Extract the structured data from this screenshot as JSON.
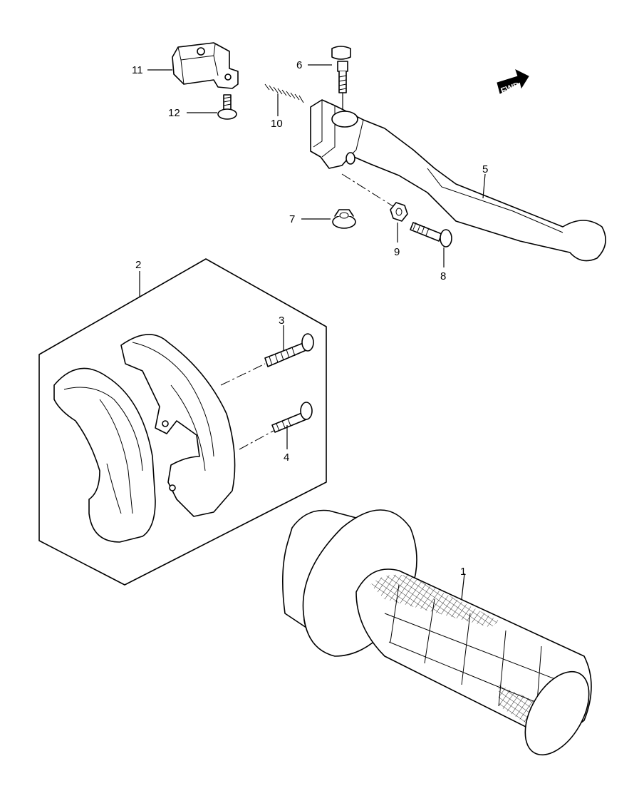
{
  "callouts": [
    {
      "id": "1",
      "text": "1"
    },
    {
      "id": "2",
      "text": "2"
    },
    {
      "id": "3",
      "text": "3"
    },
    {
      "id": "4",
      "text": "4"
    },
    {
      "id": "5",
      "text": "5"
    },
    {
      "id": "6",
      "text": "6"
    },
    {
      "id": "7",
      "text": "7"
    },
    {
      "id": "8",
      "text": "8"
    },
    {
      "id": "9",
      "text": "9"
    },
    {
      "id": "10",
      "text": "10"
    },
    {
      "id": "11",
      "text": "11"
    },
    {
      "id": "12",
      "text": "12"
    }
  ],
  "direction_marker": {
    "text": "FWD",
    "icon": "forward-arrow-icon"
  }
}
